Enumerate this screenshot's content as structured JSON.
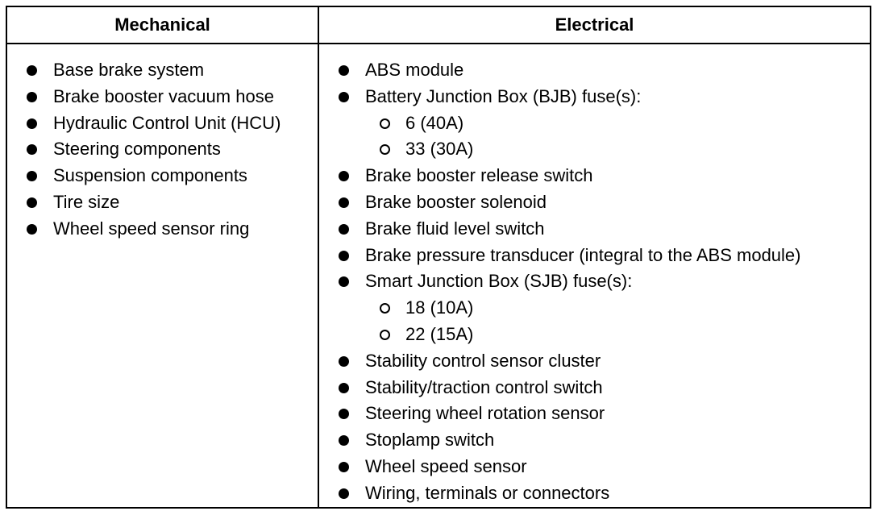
{
  "table": {
    "headers": {
      "mechanical": "Mechanical",
      "electrical": "Electrical"
    },
    "mechanical": [
      {
        "text": "Base brake system",
        "level": 1
      },
      {
        "text": "Brake booster vacuum hose",
        "level": 1
      },
      {
        "text": "Hydraulic Control Unit (HCU)",
        "level": 1
      },
      {
        "text": "Steering components",
        "level": 1
      },
      {
        "text": "Suspension components",
        "level": 1
      },
      {
        "text": "Tire size",
        "level": 1
      },
      {
        "text": "Wheel speed sensor ring",
        "level": 1
      }
    ],
    "electrical": [
      {
        "text": "ABS module",
        "level": 1
      },
      {
        "text": "Battery Junction Box (BJB) fuse(s):",
        "level": 1
      },
      {
        "text": "6 (40A)",
        "level": 2
      },
      {
        "text": "33 (30A)",
        "level": 2
      },
      {
        "text": "Brake booster release switch",
        "level": 1
      },
      {
        "text": "Brake booster solenoid",
        "level": 1
      },
      {
        "text": "Brake fluid level switch",
        "level": 1
      },
      {
        "text": "Brake pressure transducer (integral to the ABS module)",
        "level": 1
      },
      {
        "text": "Smart Junction Box (SJB) fuse(s):",
        "level": 1
      },
      {
        "text": "18 (10A)",
        "level": 2
      },
      {
        "text": "22 (15A)",
        "level": 2
      },
      {
        "text": "Stability control sensor cluster",
        "level": 1
      },
      {
        "text": "Stability/traction control switch",
        "level": 1
      },
      {
        "text": "Steering wheel rotation sensor",
        "level": 1
      },
      {
        "text": "Stoplamp switch",
        "level": 1
      },
      {
        "text": "Wheel speed sensor",
        "level": 1
      },
      {
        "text": "Wiring, terminals or connectors",
        "level": 1
      }
    ]
  }
}
